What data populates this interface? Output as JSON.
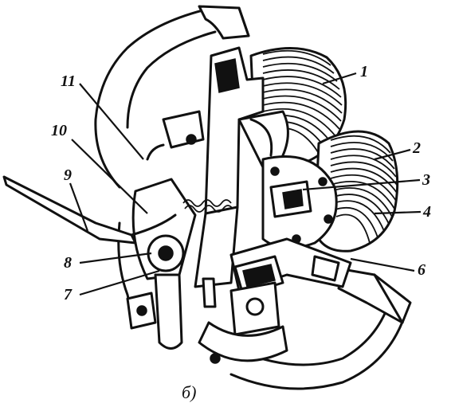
{
  "figure": {
    "caption": "б)",
    "callouts": [
      "1",
      "2",
      "3",
      "4",
      "6",
      "7",
      "8",
      "9",
      "10",
      "11"
    ]
  }
}
